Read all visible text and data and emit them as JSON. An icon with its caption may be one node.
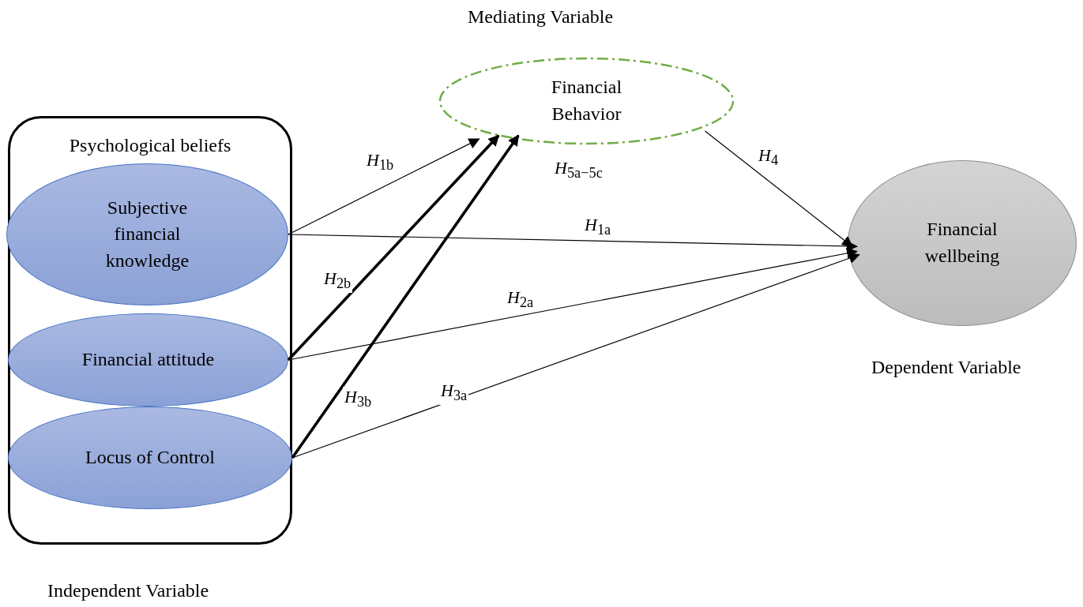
{
  "diagram": {
    "nodes": [
      {
        "text": [
          "Psychological beliefs"
        ],
        "beside": [
          "Independent Variable"
        ]
      },
      {
        "text": [
          "Subjective financial knowledge"
        ],
        "in": 0
      },
      {
        "text": [
          "Financial attitude"
        ],
        "in": 0
      },
      {
        "text": [
          "Locus of Control"
        ],
        "in": 0
      },
      {
        "text": [
          "Financial Behavior"
        ],
        "beside": [
          "Mediating Variable"
        ]
      },
      {
        "text": [
          "Financial wellbeing"
        ],
        "beside": [
          "Dependent Variable"
        ]
      }
    ],
    "edges": [
      {
        "from": 1,
        "to": 4,
        "arrow": "to",
        "label": "*H*$_{1b}$"
      },
      {
        "from": 1,
        "to": 5,
        "arrow": "to",
        "label": "*H*$_{1a}$"
      },
      {
        "from": 2,
        "to": 4,
        "arrow": "to",
        "label": "*H*$_{2b}$",
        "style": "thick"
      },
      {
        "from": 2,
        "to": 5,
        "arrow": "to",
        "label": "*H*$_{2a}$"
      },
      {
        "from": 3,
        "to": 4,
        "arrow": "to",
        "label": "*H*$_{3b}$",
        "style": "thick"
      },
      {
        "from": 3,
        "to": 5,
        "arrow": "to",
        "label": "*H*$_{3a}$"
      },
      {
        "from": 4,
        "to": 5,
        "arrow": "to",
        "label": "*H*$_{4}$"
      }
    ],
    "labels": [
      "*H*$_{5a−5c}$"
    ]
  }
}
